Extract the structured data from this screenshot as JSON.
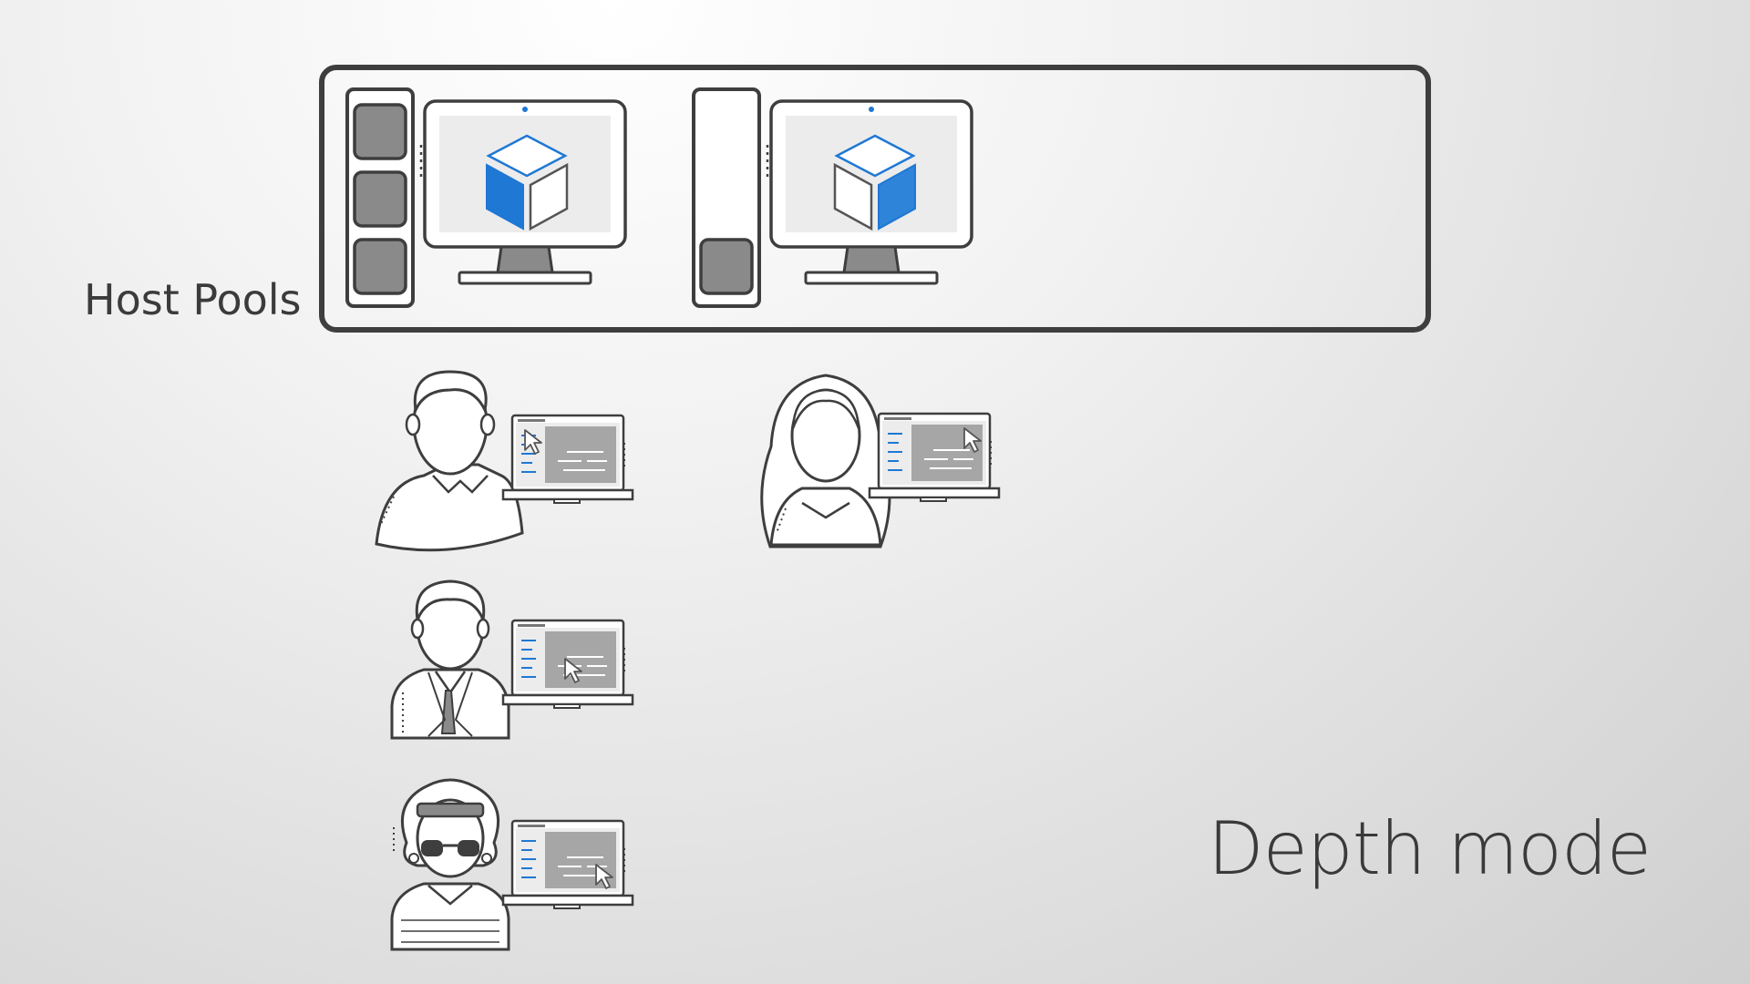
{
  "labels": {
    "host_pools": "Host Pools",
    "mode": "Depth mode"
  },
  "colors": {
    "stroke": "#3e3e3e",
    "tile": "#8a8a8a",
    "accent": "#1e78d4",
    "screen": "#ececec"
  },
  "host_pool": {
    "hosts": [
      {
        "name": "host-1",
        "slots_filled": 3,
        "cube_face": "left",
        "icon": "cube-icon"
      },
      {
        "name": "host-2",
        "slots_filled": 1,
        "cube_face": "right",
        "icon": "cube-icon"
      }
    ]
  },
  "users": [
    {
      "name": "user-man",
      "icon": "user-man-icon"
    },
    {
      "name": "user-woman",
      "icon": "user-woman-icon"
    },
    {
      "name": "user-businessman",
      "icon": "user-businessman-icon"
    },
    {
      "name": "user-glasses",
      "icon": "user-glasses-icon"
    }
  ]
}
